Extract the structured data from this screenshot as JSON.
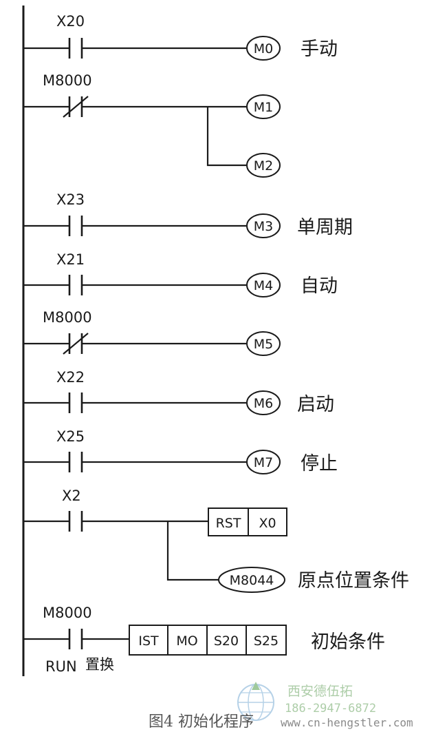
{
  "rungs": [
    {
      "contact": "X20",
      "nc": false,
      "coils": [
        {
          "label": "M0",
          "note": "手动"
        }
      ]
    },
    {
      "contact": "M8000",
      "nc": true,
      "coils": [
        {
          "label": "M1",
          "note": ""
        },
        {
          "label": "M2",
          "note": ""
        }
      ]
    },
    {
      "contact": "X23",
      "nc": false,
      "coils": [
        {
          "label": "M3",
          "note": "单周期"
        }
      ]
    },
    {
      "contact": "X21",
      "nc": false,
      "coils": [
        {
          "label": "M4",
          "note": "自动"
        }
      ]
    },
    {
      "contact": "M8000",
      "nc": true,
      "coils": [
        {
          "label": "M5",
          "note": ""
        }
      ]
    },
    {
      "contact": "X22",
      "nc": false,
      "coils": [
        {
          "label": "M6",
          "note": "启动"
        }
      ]
    },
    {
      "contact": "X25",
      "nc": false,
      "coils": [
        {
          "label": "M7",
          "note": "停止"
        }
      ]
    },
    {
      "contact": "X2",
      "nc": false,
      "instruction": [
        "RST",
        "X0"
      ],
      "coils": [
        {
          "label": "M8044",
          "note": "原点位置条件"
        }
      ]
    },
    {
      "contact": "M8000",
      "nc": false,
      "sublabel": "RUN",
      "sublabel_cn": "置换",
      "instruction": [
        "IST",
        "MO",
        "S20",
        "S25"
      ],
      "note": "初始条件"
    }
  ],
  "caption": "图4   初始化程序",
  "watermark": {
    "company": "西安德伍拓",
    "phone": "186-2947-6872",
    "url": "www.cn-hengstler.com"
  }
}
